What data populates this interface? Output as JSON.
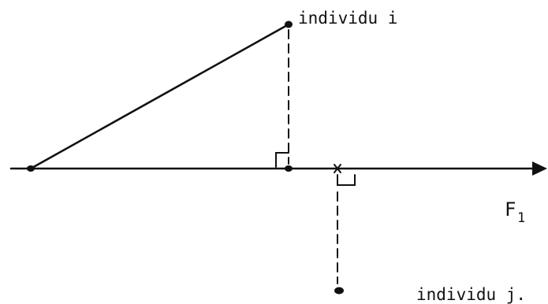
{
  "labels": {
    "point_i": "individu i",
    "point_j": "individu j.",
    "axis_letter": "F",
    "axis_index": "1"
  },
  "colors": {
    "ink": "#111111",
    "background": "#ffffff"
  }
}
